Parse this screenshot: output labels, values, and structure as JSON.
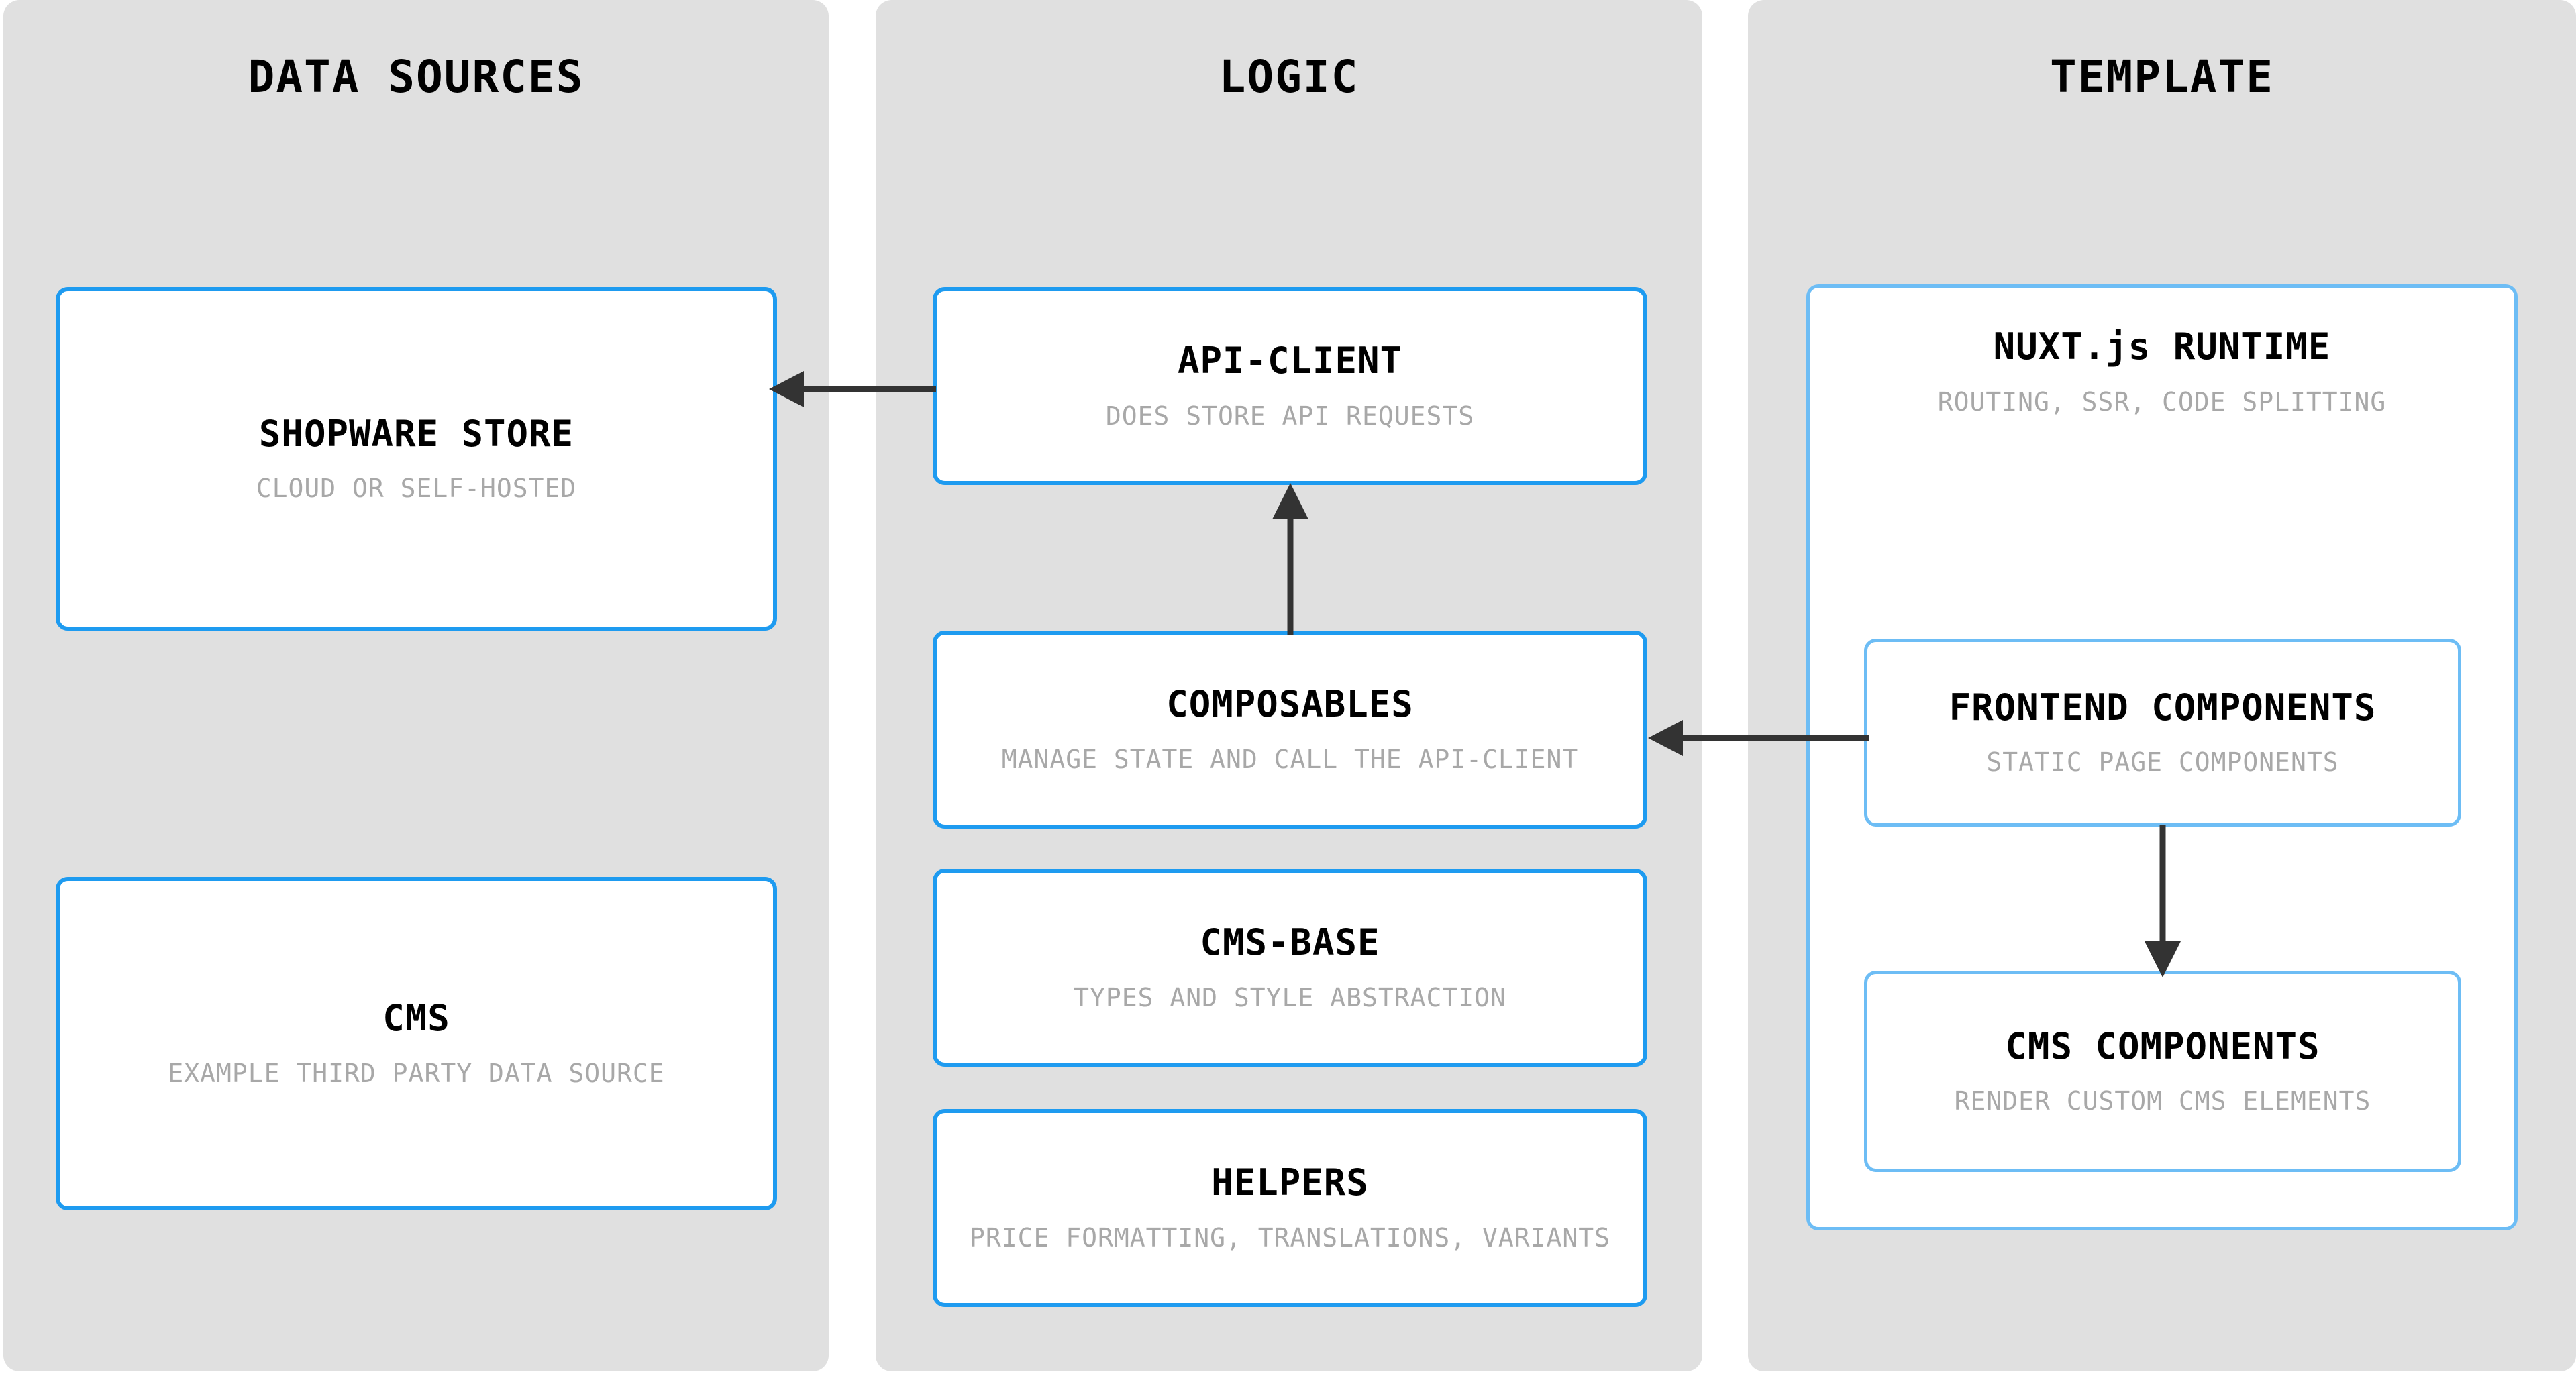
{
  "diagram": {
    "title_left": "DATA SOURCES",
    "title_middle": "LOGIC",
    "title_right": "TEMPLATE",
    "colors": {
      "panel_bg": "#e0e0e0",
      "node_bg": "#ffffff",
      "border_primary": "#1E9BF0",
      "border_secondary": "#6DBDF5",
      "title_text": "#000000",
      "sub_text": "#a8a8a8",
      "arrow": "#333333"
    }
  },
  "columns": {
    "data_sources": {
      "heading": "DATA SOURCES",
      "nodes": [
        {
          "title": "SHOPWARE STORE",
          "subtitle": "CLOUD OR SELF-HOSTED"
        },
        {
          "title": "CMS",
          "subtitle": "EXAMPLE THIRD PARTY DATA SOURCE"
        }
      ]
    },
    "logic": {
      "heading": "LOGIC",
      "nodes": [
        {
          "title": "API-CLIENT",
          "subtitle": "DOES STORE API REQUESTS"
        },
        {
          "title": "COMPOSABLES",
          "subtitle": "MANAGE STATE AND CALL THE API-CLIENT"
        },
        {
          "title": "CMS-BASE",
          "subtitle": "TYPES AND STYLE ABSTRACTION"
        },
        {
          "title": "HELPERS",
          "subtitle": "PRICE FORMATTING, TRANSLATIONS, VARIANTS"
        }
      ]
    },
    "template": {
      "heading": "TEMPLATE",
      "container": {
        "title": "NUXT.js RUNTIME",
        "subtitle": "ROUTING, SSR, CODE SPLITTING"
      },
      "nodes": [
        {
          "title": "FRONTEND COMPONENTS",
          "subtitle": "STATIC PAGE COMPONENTS"
        },
        {
          "title": "CMS COMPONENTS",
          "subtitle": "RENDER CUSTOM CMS ELEMENTS"
        }
      ]
    }
  },
  "arrows": [
    {
      "name": "api-client-to-shopware-store",
      "from": "API-CLIENT",
      "to": "SHOPWARE STORE",
      "direction": "left"
    },
    {
      "name": "composables-to-api-client",
      "from": "COMPOSABLES",
      "to": "API-CLIENT",
      "direction": "up"
    },
    {
      "name": "frontend-components-to-composables",
      "from": "FRONTEND COMPONENTS",
      "to": "COMPOSABLES",
      "direction": "left"
    },
    {
      "name": "frontend-components-to-cms-components",
      "from": "FRONTEND COMPONENTS",
      "to": "CMS COMPONENTS",
      "direction": "down"
    }
  ]
}
